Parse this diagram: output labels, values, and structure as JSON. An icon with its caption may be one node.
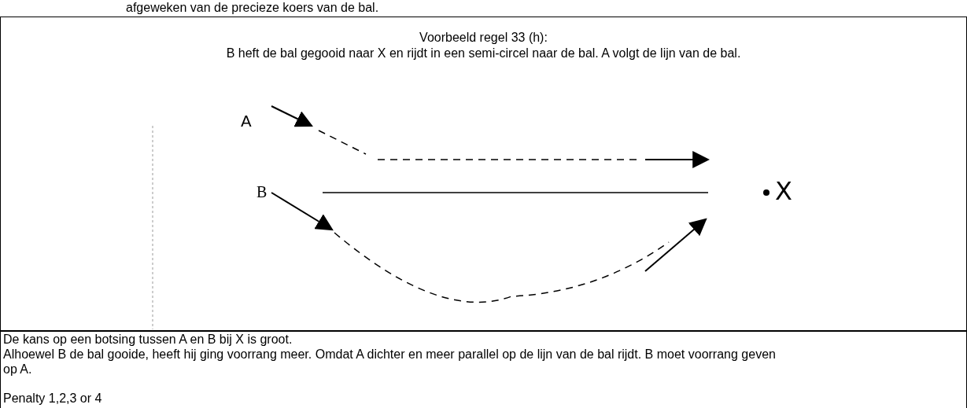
{
  "diagram": {
    "labels": [
      "afgeweken van de precieze koers van de bal.",
      "Voorbeeld regel 33 (h):",
      "B heft de bal gegooid naar X en rijdt in een semi-circel naar de bal. A volgt de lijn van de bal.",
      "A",
      "B",
      "X",
      "De kans op een botsing tussen A en B bij X is groot.",
      "Alhoewel B de bal gooide, heeft hij ging voorrang meer. Omdat A dichter en meer parallel op de lijn van de bal rijdt. B moet voorrang geven op A.",
      "Penalty 1,2,3 or 4"
    ]
  }
}
